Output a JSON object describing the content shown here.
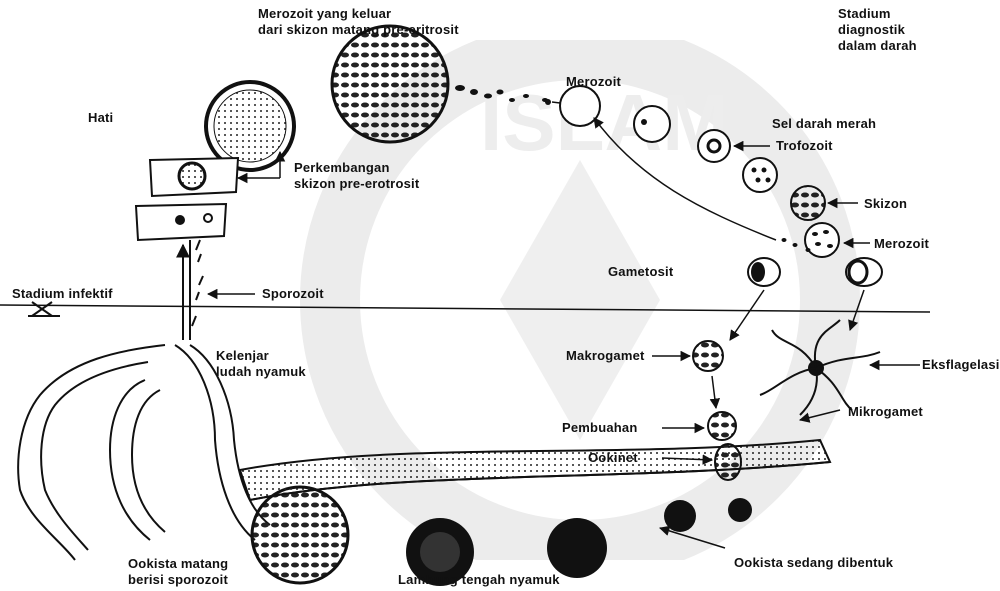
{
  "labels": {
    "merozoit_keluar_1": "Merozoit yang keluar",
    "merozoit_keluar_2": "dari skizon matang pre-eritrosit",
    "stadium_diagnostik_1": "Stadium",
    "stadium_diagnostik_2": "diagnostik",
    "stadium_diagnostik_3": "dalam darah",
    "hati": "Hati",
    "merozoit_top": "Merozoit",
    "sel_darah_merah": "Sel darah merah",
    "perkembangan_1": "Perkembangan",
    "perkembangan_2": "skizon pre-erotrosit",
    "trofozoit": "Trofozoit",
    "skizon": "Skizon",
    "merozoit_right": "Merozoit",
    "gametosit": "Gametosit",
    "stadium_infektif": "Stadium infektif",
    "sporozoit": "Sporozoit",
    "kelenjar_1": "Kelenjar",
    "kelenjar_2": "ludah nyamuk",
    "makrogamet": "Makrogamet",
    "eksflagelasi": "Eksflagelasi",
    "mikrogamet": "Mikrogamet",
    "pembuahan": "Pembuahan",
    "ookinet": "Ookinet",
    "ookista_matang_1": "Ookista matang",
    "ookista_matang_2": "berisi sporozoit",
    "ookista_dibentuk": "Ookista sedang dibentuk",
    "lambung": "Lambung tengah nyamuk"
  },
  "watermark_text": "ISLAM",
  "colors": {
    "ink": "#111111",
    "watermark": "#e6e6e6",
    "paper": "#ffffff"
  }
}
